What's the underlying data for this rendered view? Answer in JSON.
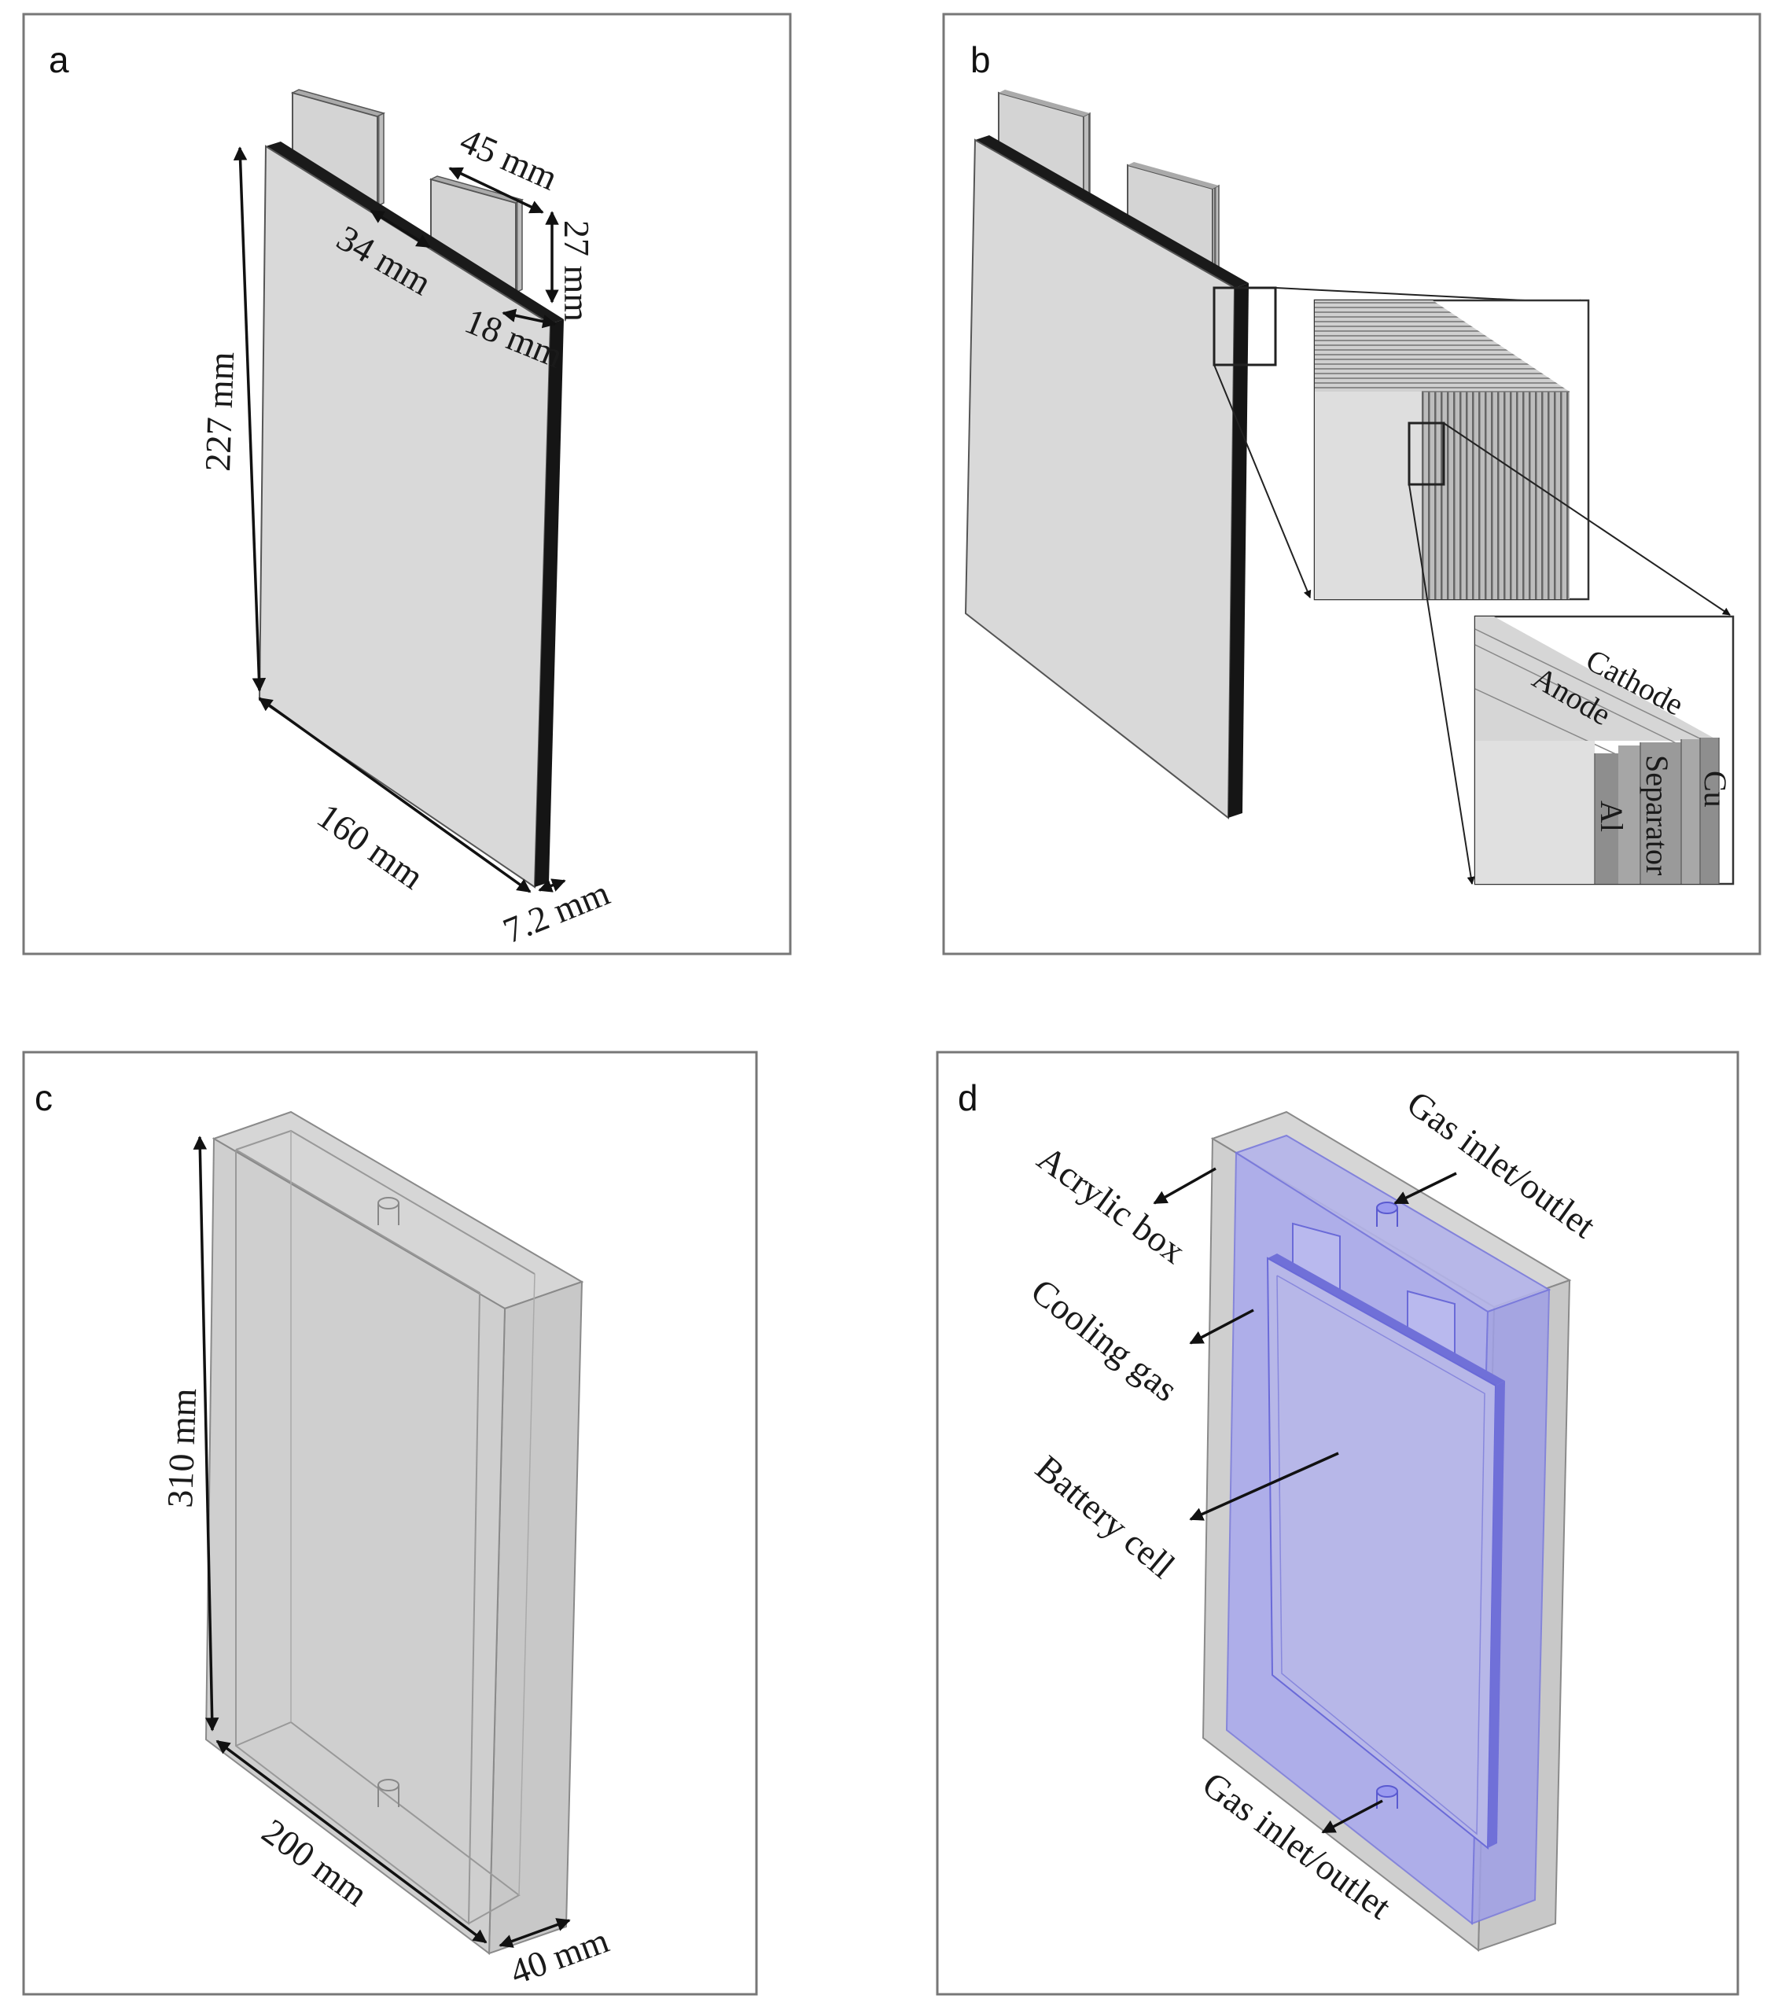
{
  "panels": {
    "a": {
      "letter": "a",
      "dims": {
        "height": "227 mm",
        "width": "160 mm",
        "thickness": "7.2 mm",
        "tab_pitch": "45 mm",
        "tab_gap": "34 mm",
        "tab_height": "27 mm",
        "tab_edge": "18 mm"
      }
    },
    "b": {
      "letter": "b",
      "layers": {
        "cathode": "Cathode",
        "anode": "Anode",
        "separator": "Separator",
        "al": "Al",
        "cu": "Cu"
      }
    },
    "c": {
      "letter": "c",
      "dims": {
        "height": "310 mm",
        "width": "200 mm",
        "depth": "40 mm"
      }
    },
    "d": {
      "letter": "d",
      "labels": {
        "acrylic_box": "Acrylic box",
        "cooling_gas": "Cooling gas",
        "battery_cell": "Battery cell",
        "gas_inlet_top": "Gas inlet/outlet",
        "gas_inlet_bottom": "Gas inlet/outlet"
      }
    }
  },
  "colors": {
    "cell_face": "#d9d9d9",
    "cell_edge": "#151515",
    "box_fill": "#cfcfcf",
    "gas_fill": "#a9a9ee",
    "separator": "#9a9a9a"
  }
}
